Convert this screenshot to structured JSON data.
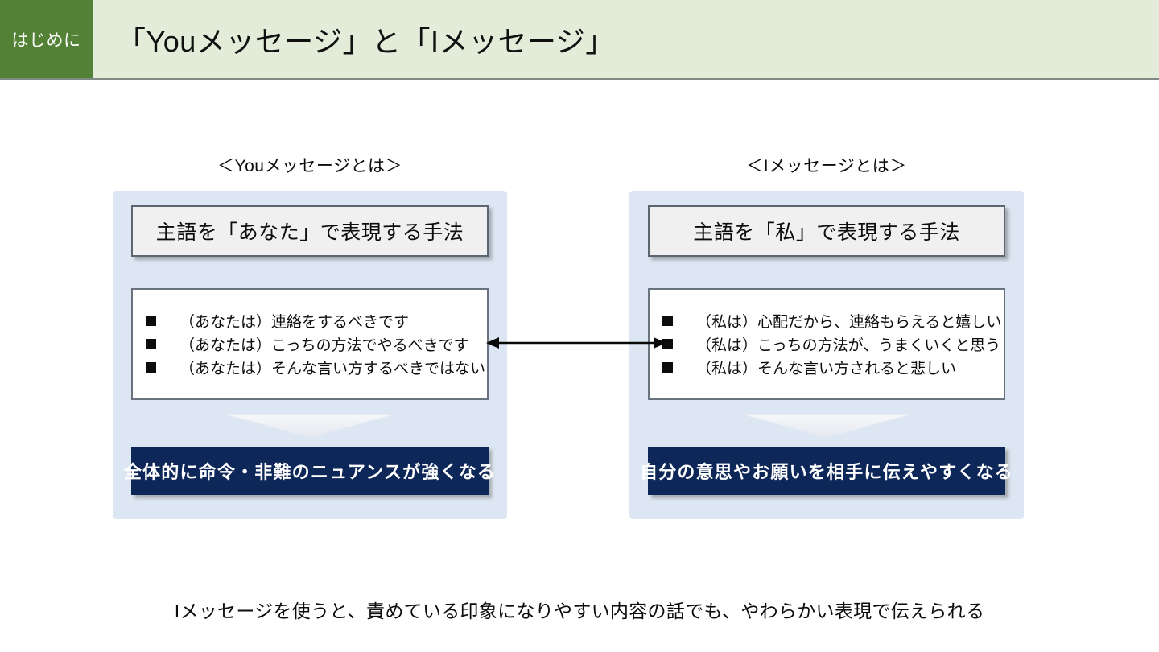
{
  "header": {
    "tab_label": "はじめに",
    "title": "「Youメッセージ」と「Iメッセージ」",
    "tab_color": "#538135",
    "bar_color": "#e2ecd8"
  },
  "columns": [
    {
      "caption": "＜Youメッセージとは＞",
      "definition": "主語を「あなた」で表現する手法",
      "examples": [
        "（あなたは）連絡をするべきです",
        "（あなたは）こっちの方法でやるべきです",
        "（あなたは）そんな言い方するべきではない"
      ],
      "conclusion": "全体的に命令・非難のニュアンスが強くなる"
    },
    {
      "caption": "＜Iメッセージとは＞",
      "definition": "主語を「私」で表現する手法",
      "examples": [
        "（私は）心配だから、連絡もらえると嬉しい",
        "（私は）こっちの方法が、うまくいくと思う",
        "（私は）そんな言い方されると悲しい"
      ],
      "conclusion": "自分の意思やお願いを相手に伝えやすくなる"
    }
  ],
  "footer": {
    "note": "Iメッセージを使うと、責めている印象になりやすい内容の話でも、やわらかい表現で伝えられる"
  },
  "colors": {
    "panel_blue": "#dde7f3",
    "navy": "#0e2759",
    "gray_box": "#f0f0f0",
    "green_tab": "#538135"
  }
}
